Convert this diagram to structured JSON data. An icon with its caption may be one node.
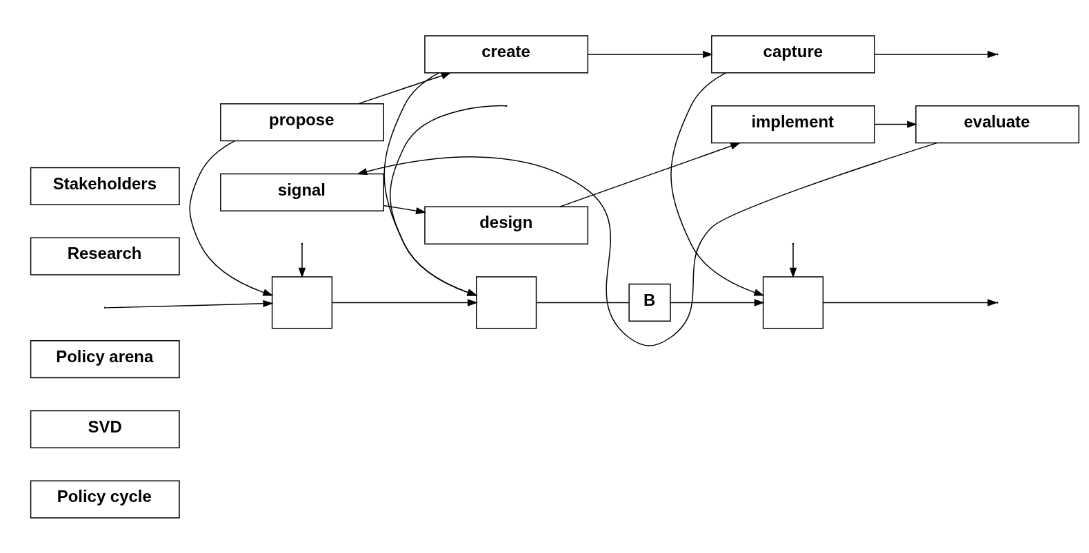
{
  "diagram": {
    "nodes": [
      {
        "text": [
          "Stakeholders"
        ]
      },
      {
        "text": [
          "Research"
        ]
      },
      {
        "text": [
          "Policy arena"
        ]
      },
      {
        "text": [
          "SVD"
        ]
      },
      {
        "text": [
          "Policy cycle"
        ]
      },
      {
        "text": [],
        "shape": "box"
      },
      {
        "text": [],
        "shape": "box"
      },
      {
        "text": [
          "B"
        ]
      },
      {
        "text": [],
        "shape": "box"
      },
      {
        "text": [
          "propose"
        ]
      },
      {
        "text": [
          "create"
        ]
      },
      {
        "text": [
          "capture"
        ]
      },
      {
        "text": [
          "signal"
        ]
      },
      {
        "text": [
          "design"
        ]
      },
      {
        "text": [
          "implement"
        ]
      },
      {
        "text": [
          "evaluate"
        ]
      }
    ],
    "edges": [
      {
        "from": null,
        "to": 5,
        "arrow": "to"
      },
      {
        "from": 5,
        "to": 6,
        "arrow": "to"
      },
      {
        "from": 6,
        "to": 7,
        "arrow": "none"
      },
      {
        "from": 7,
        "to": 8,
        "arrow": "to"
      },
      {
        "from": 8,
        "to": null,
        "arrow": "to"
      },
      {
        "from": null,
        "to": 5,
        "arrow": "to"
      },
      {
        "from": 9,
        "to": 5,
        "arrow": "to"
      },
      {
        "from": null,
        "to": 6,
        "arrow": "to"
      },
      {
        "from": 10,
        "to": 6,
        "arrow": "to"
      },
      {
        "from": null,
        "to": 8,
        "arrow": "to"
      },
      {
        "from": 11,
        "to": 8,
        "arrow": "to"
      },
      {
        "from": 9,
        "to": 10,
        "arrow": "to"
      },
      {
        "from": 10,
        "to": 11,
        "arrow": "to"
      },
      {
        "from": 11,
        "to": null,
        "arrow": "to"
      },
      {
        "from": 12,
        "to": 13,
        "arrow": "to"
      },
      {
        "from": 13,
        "to": 14,
        "arrow": "to"
      },
      {
        "from": 14,
        "to": 15,
        "arrow": "to"
      },
      {
        "from": 15,
        "to": 12,
        "arrow": "to"
      }
    ]
  }
}
